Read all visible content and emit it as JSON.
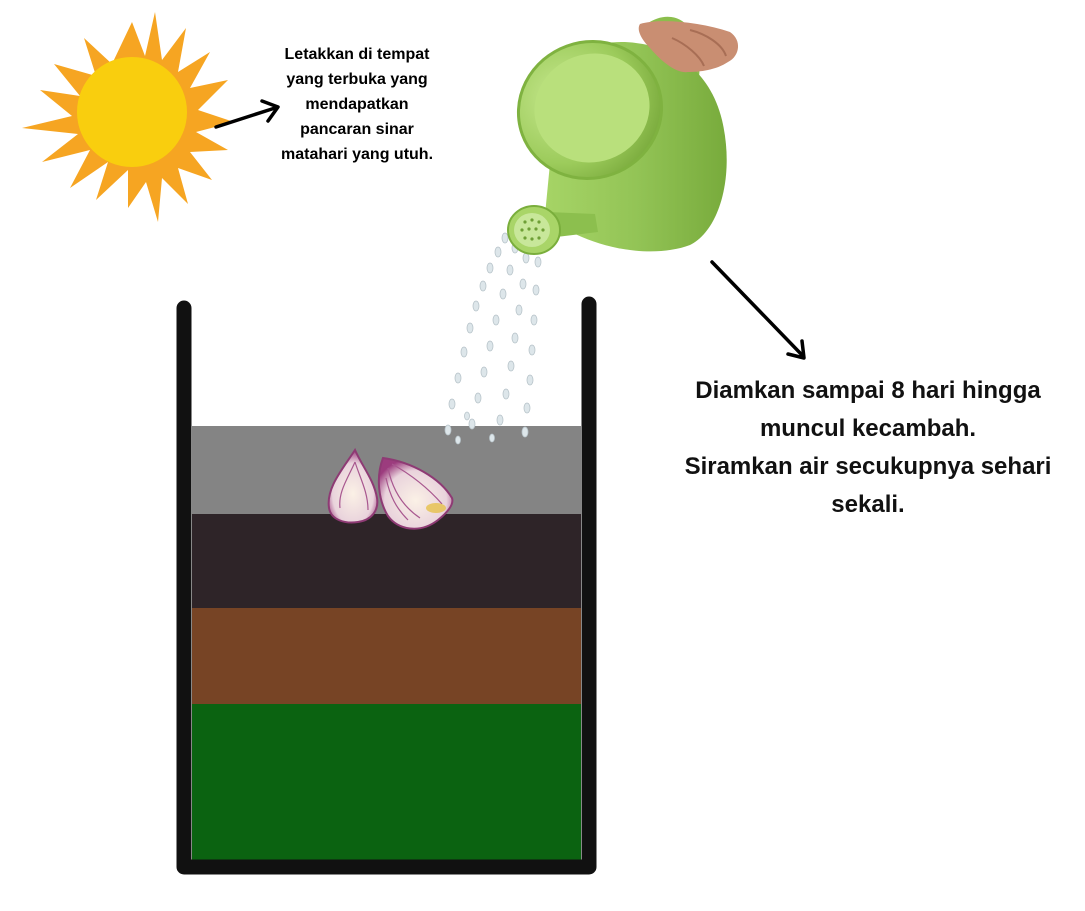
{
  "sun_caption": {
    "lines": [
      "Letakkan di tempat",
      "yang terbuka yang",
      "mendapatkan",
      "pancaran sinar",
      "matahari yang utuh."
    ]
  },
  "instruction": {
    "lines": [
      "Diamkan sampai 8 hari hingga",
      "muncul kecambah.",
      "Siramkan air secukupnya sehari",
      "sekali."
    ]
  },
  "colors": {
    "sun_core": "#F9CE0E",
    "sun_rays": "#F6A522",
    "top_layer": "#848484",
    "dark_soil": "#2E2428",
    "brown_soil": "#774425",
    "green_base": "#0B6311",
    "pot_wall": "#111111",
    "watering_can": "#9CCB5B",
    "onion_purple": "#8E3A74"
  },
  "layers": [
    "gray-top-layer",
    "dark-soil-layer",
    "brown-soil-layer",
    "green-base-layer"
  ]
}
